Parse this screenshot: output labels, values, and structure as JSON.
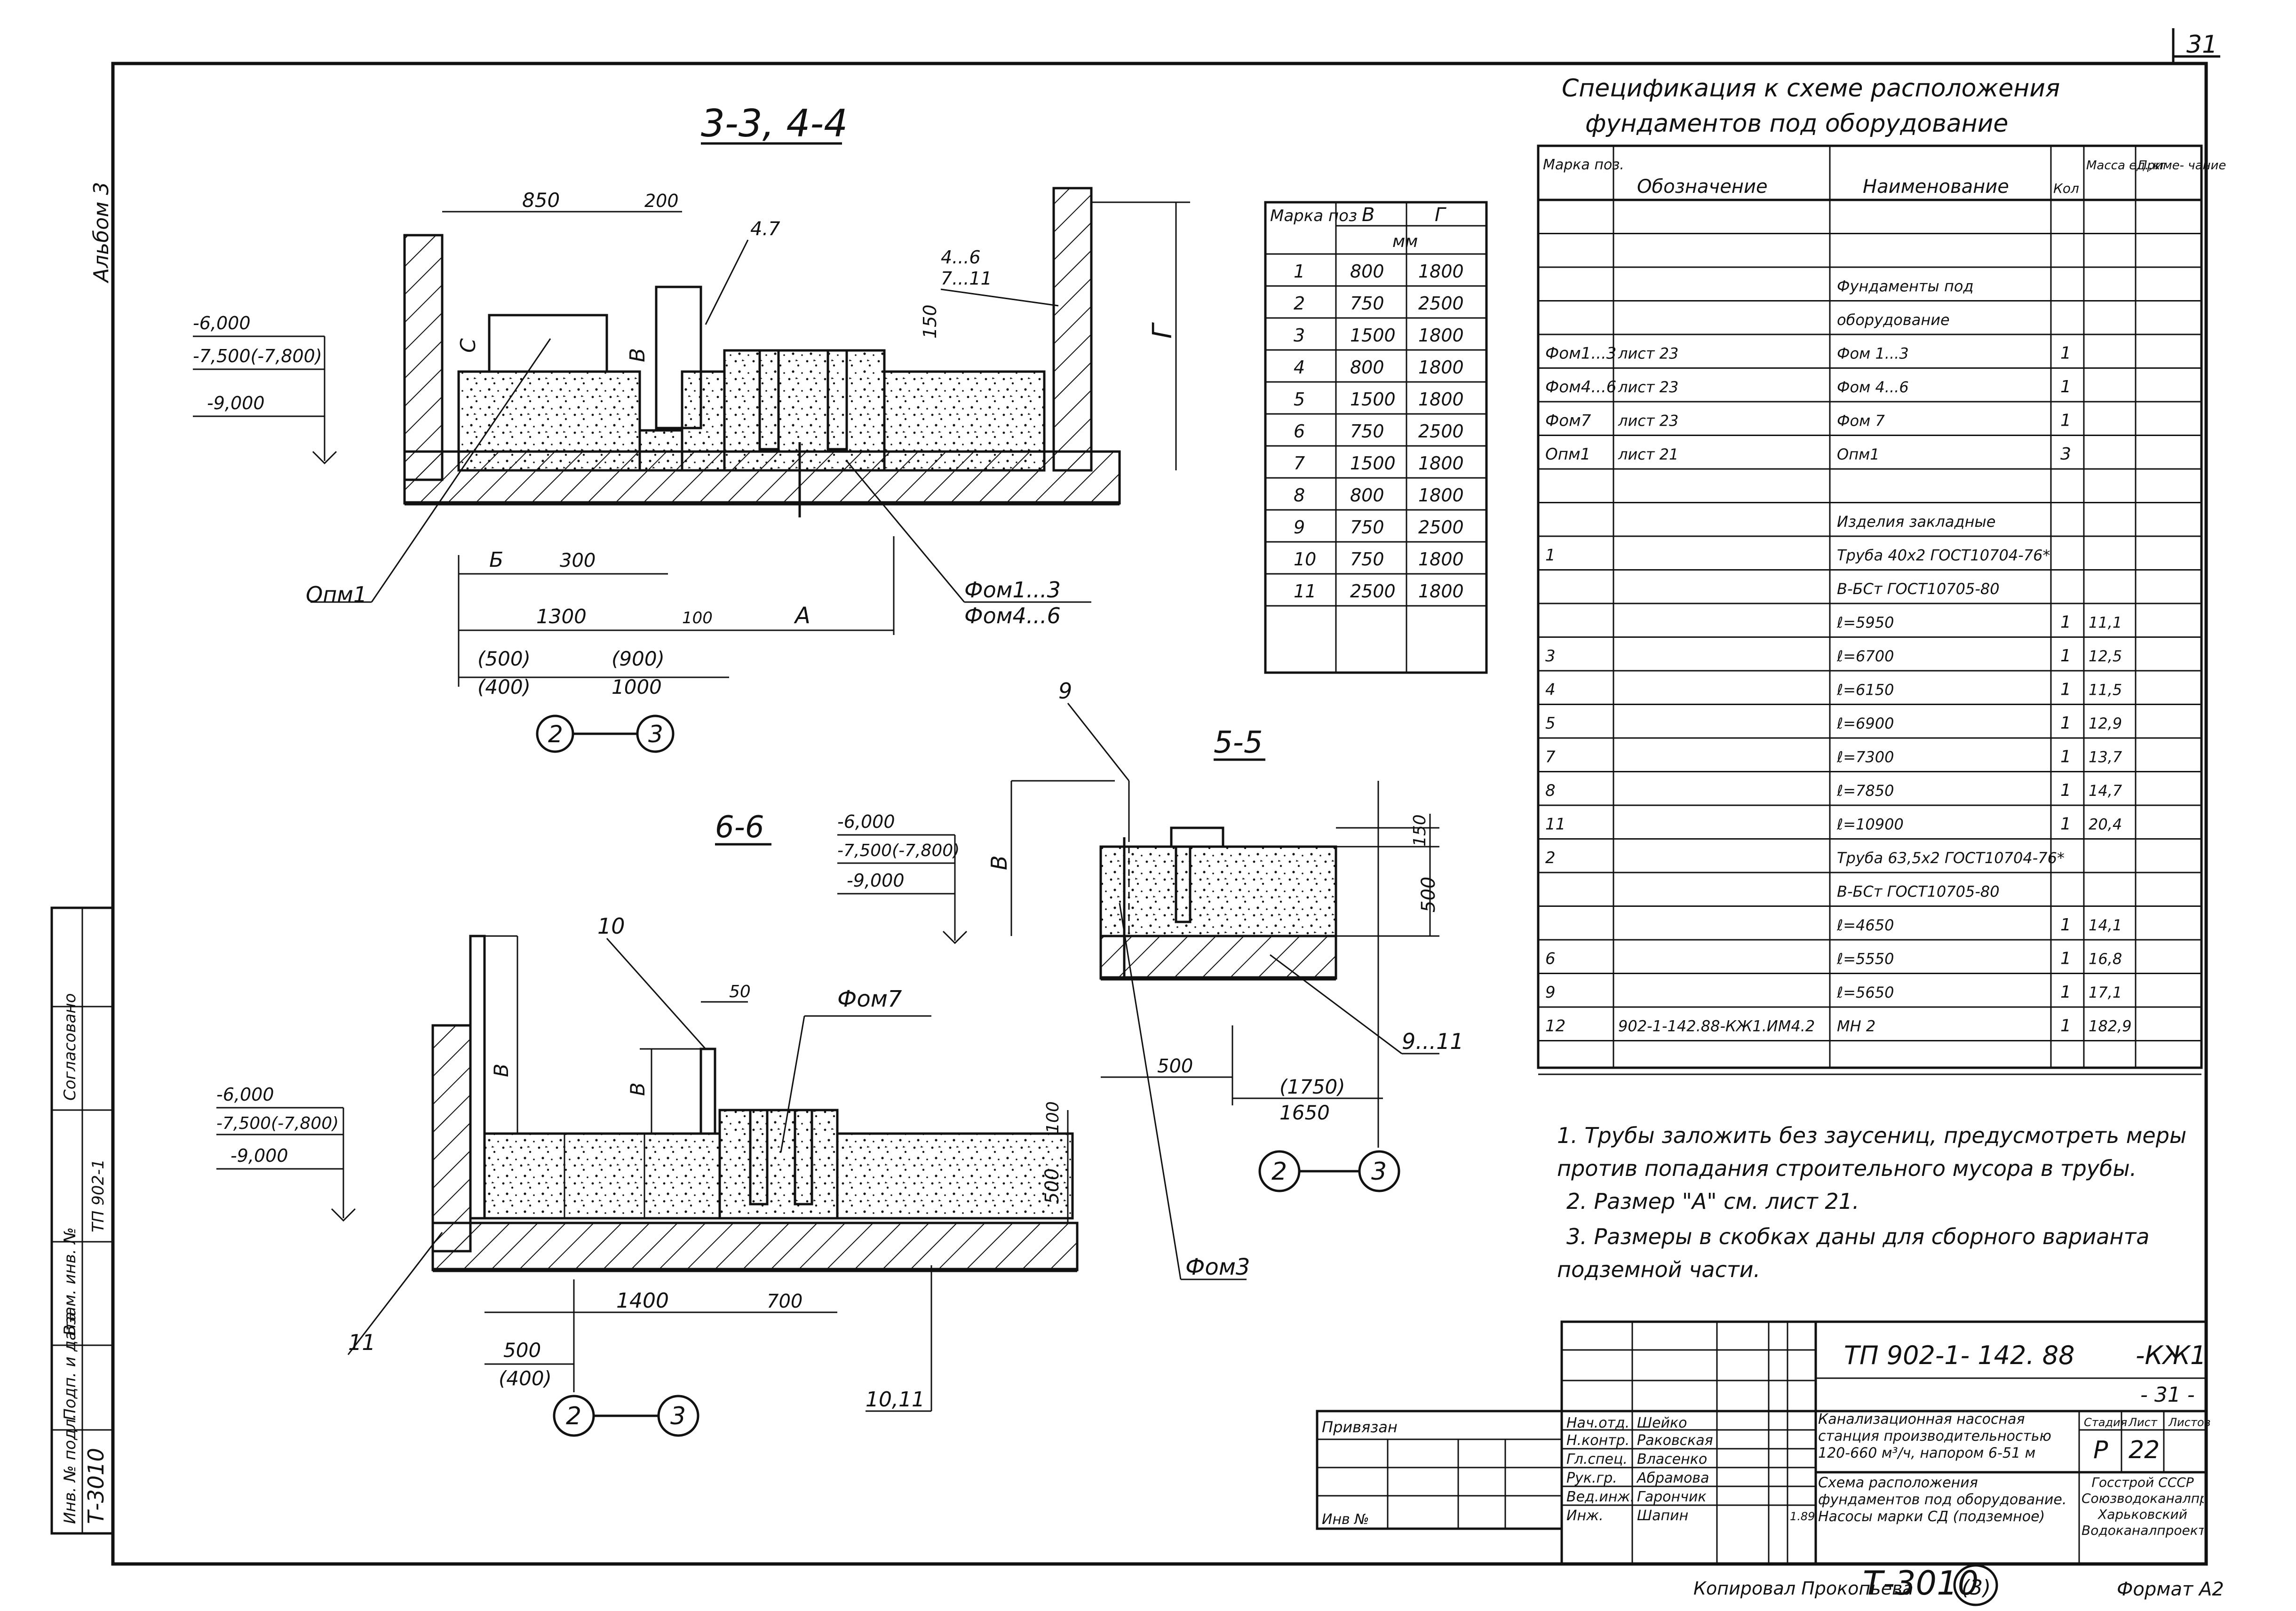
{
  "sheet": {
    "sheet_number": "31",
    "side_stamp": "Альбом 3",
    "format": "Формат А2",
    "copied_by": "Копировал Прокопьева",
    "stamp_code": "Т-3010",
    "stamp_code_suffix": "(3)"
  },
  "sections": {
    "s33": {
      "title": "3-3, 4-4",
      "dims": [
        "850",
        "200",
        "4.7",
        "4...6",
        "7...11",
        "150",
        "Г",
        "С",
        "В",
        "Б",
        "300",
        "1300",
        "100",
        "А",
        "(500)",
        "(400)",
        "(900)",
        "1000",
        "Опм1",
        "Фом1...3",
        "Фом4...6",
        "2",
        "3"
      ],
      "levels": [
        "-6,000",
        "-7,500(-7,800)",
        "-9,000"
      ]
    },
    "s55": {
      "title": "5-5",
      "dims": [
        "9",
        "В",
        "150",
        "500",
        "500",
        "(1750)",
        "1650",
        "9...11",
        "Фом3",
        "2",
        "3"
      ],
      "levels": [
        "-6,000",
        "-7,500(-7,800)",
        "-9,000"
      ]
    },
    "s66": {
      "title": "6-6",
      "dims": [
        "10",
        "50",
        "Фом7",
        "В",
        "В",
        "100",
        "500",
        "1400",
        "700",
        "500",
        "(400)",
        "11",
        "10,11",
        "2",
        "3"
      ],
      "levels": [
        "-6,000",
        "-7,500(-7,800)",
        "-9,000"
      ]
    }
  },
  "dims_table": {
    "headers": [
      "Марка поз",
      "В",
      "Г"
    ],
    "unit": "мм",
    "rows": [
      [
        "1",
        "800",
        "1800"
      ],
      [
        "2",
        "750",
        "2500"
      ],
      [
        "3",
        "1500",
        "1800"
      ],
      [
        "4",
        "800",
        "1800"
      ],
      [
        "5",
        "1500",
        "1800"
      ],
      [
        "6",
        "750",
        "2500"
      ],
      [
        "7",
        "1500",
        "1800"
      ],
      [
        "8",
        "800",
        "1800"
      ],
      [
        "9",
        "750",
        "2500"
      ],
      [
        "10",
        "750",
        "1800"
      ],
      [
        "11",
        "2500",
        "1800"
      ]
    ]
  },
  "spec": {
    "title_line1": "Спецификация к схеме расположения",
    "title_line2": "фундаментов под оборудование",
    "headers": [
      "Марка поз.",
      "Обозначение",
      "Наименование",
      "Кол",
      "Масса ед.,кг",
      "Приме- чание"
    ],
    "rows": [
      [
        "",
        "",
        "",
        "",
        "",
        ""
      ],
      [
        "",
        "",
        "",
        "",
        "",
        ""
      ],
      [
        "",
        "",
        "Фундаменты под",
        "",
        "",
        ""
      ],
      [
        "",
        "",
        "оборудование",
        "",
        "",
        ""
      ],
      [
        "Фом1...3",
        "лист 23",
        "Фом 1...3",
        "1",
        "",
        ""
      ],
      [
        "Фом4...6",
        "лист 23",
        "Фом 4...6",
        "1",
        "",
        ""
      ],
      [
        "Фом7",
        "лист 23",
        "Фом 7",
        "1",
        "",
        ""
      ],
      [
        "Опм1",
        "лист 21",
        "Опм1",
        "3",
        "",
        ""
      ],
      [
        "",
        "",
        "",
        "",
        "",
        ""
      ],
      [
        "",
        "",
        "Изделия закладные",
        "",
        "",
        ""
      ],
      [
        "1",
        "",
        "Труба 40х2 ГОСТ10704-76*",
        "",
        "",
        ""
      ],
      [
        "",
        "",
        "В-БСт ГОСТ10705-80",
        "",
        "",
        ""
      ],
      [
        "",
        "",
        "ℓ=5950",
        "1",
        "11,1",
        ""
      ],
      [
        "3",
        "",
        "ℓ=6700",
        "1",
        "12,5",
        ""
      ],
      [
        "4",
        "",
        "ℓ=6150",
        "1",
        "11,5",
        ""
      ],
      [
        "5",
        "",
        "ℓ=6900",
        "1",
        "12,9",
        ""
      ],
      [
        "7",
        "",
        "ℓ=7300",
        "1",
        "13,7",
        ""
      ],
      [
        "8",
        "",
        "ℓ=7850",
        "1",
        "14,7",
        ""
      ],
      [
        "11",
        "",
        "ℓ=10900",
        "1",
        "20,4",
        ""
      ],
      [
        "2",
        "",
        "Труба 63,5х2 ГОСТ10704-76*",
        "",
        "",
        ""
      ],
      [
        "",
        "",
        "В-БСт ГОСТ10705-80",
        "",
        "",
        ""
      ],
      [
        "",
        "",
        "ℓ=4650",
        "1",
        "14,1",
        ""
      ],
      [
        "6",
        "",
        "ℓ=5550",
        "1",
        "16,8",
        ""
      ],
      [
        "9",
        "",
        "ℓ=5650",
        "1",
        "17,1",
        ""
      ],
      [
        "12",
        "902-1-142.88-КЖ1.ИМ4.2",
        "МН 2",
        "1",
        "182,9",
        ""
      ],
      [
        "",
        "",
        "",
        "",
        "",
        ""
      ]
    ]
  },
  "notes": [
    "1. Трубы заложить без заусениц, предусмотреть меры",
    "против попадания строительного мусора в трубы.",
    "2. Размер \"А\" см. лист 21.",
    "3. Размеры в скобках даны для      сборного варианта",
    "подземной части."
  ],
  "title_block": {
    "code": "ТП 902-1- 142. 88",
    "doc": "-КЖ1",
    "sub": "- 31 -",
    "privyazan": "Привязан",
    "inv": "Инв №",
    "roles": [
      "Нач.отд.",
      "Н.контр.",
      "Гл.спец.",
      "Рук.гр.",
      "Вед.инж.",
      "Инж."
    ],
    "names": [
      "Шейко",
      "Раковская",
      "Власенко",
      "Абрамова",
      "Гарончик",
      "Шапин"
    ],
    "date": "1.89",
    "project_name": "Канализационная насосная станция производительностью 120-660 м³/ч, напором 6-51 м",
    "sheet_name": "Схема расположения фундаментов под оборудование. Насосы марки СД (подземное)",
    "stage_label": "Стадия",
    "sheet_label": "Лист",
    "sheets_label": "Листов",
    "stage": "Р",
    "sheet": "22",
    "org": "Госстрой СССР Союзводоканалпроект Харьковский Водоканалпроект"
  },
  "left_stamp": {
    "cells": [
      "Т-3010",
      "Согласовано",
      "ТП 902-1",
      "Инв. № подл.",
      "Подп. и дата",
      "Взам. инв. №"
    ]
  }
}
